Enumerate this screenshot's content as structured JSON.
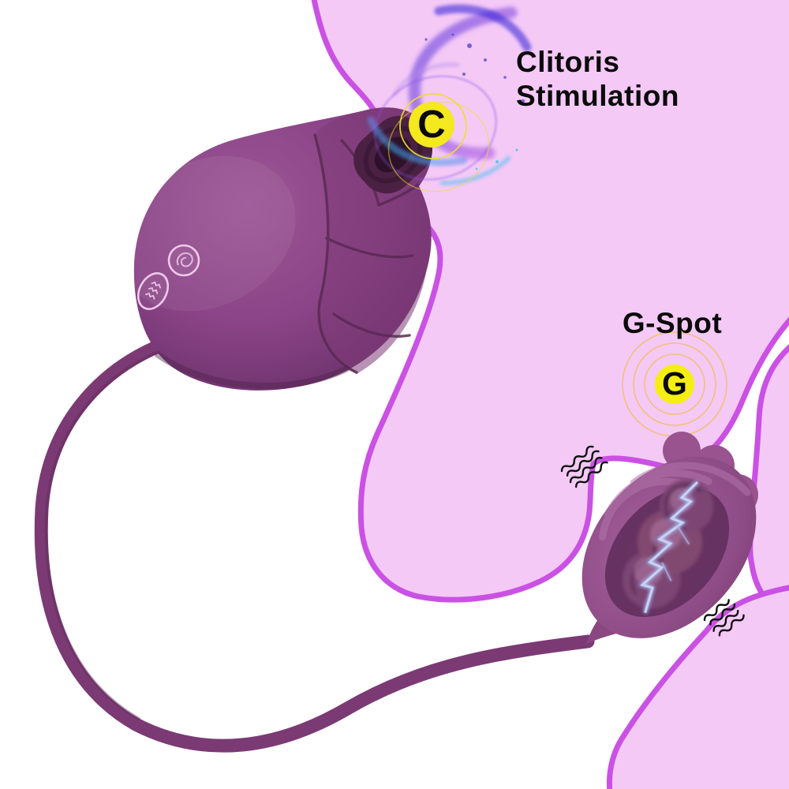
{
  "annotations": {
    "clitoris": {
      "label": "Clitoris Stimulation",
      "marker": "C"
    },
    "gspot": {
      "label": "G-Spot",
      "marker": "G"
    }
  },
  "icons": [
    "suction-swirl-icon",
    "vibration-waves-icon",
    "suction-ripple-effect-icon",
    "target-rings-icon",
    "vibration-squiggle-icon"
  ],
  "device_parts": [
    "rose-suction-head",
    "suction-mouth",
    "suction-mode-button",
    "vibration-mode-button",
    "connecting-cord",
    "vibrating-egg-bud",
    "egg-motor",
    "lightning-energy"
  ],
  "colors": {
    "background": "#ffffff",
    "blob_fill": "#f4c9f6",
    "blob_stroke": "#ca51e4",
    "rose_body": "#8b4487",
    "rose_shadow": "#5a2954",
    "cord": "#7b3a74",
    "egg_body": "#9a5390",
    "egg_inner": "#63305f",
    "marker_disc": "#f4e81e",
    "marker_text": "#0a0a0a",
    "ring_yellow": "#eedd2e",
    "ring_orange": "#f2c077",
    "swirl_violet": "#7b2ff7",
    "swirl_blue": "#2f1fd6",
    "swirl_cyan": "#27c0ee",
    "label_text": "#0b0b0b"
  }
}
